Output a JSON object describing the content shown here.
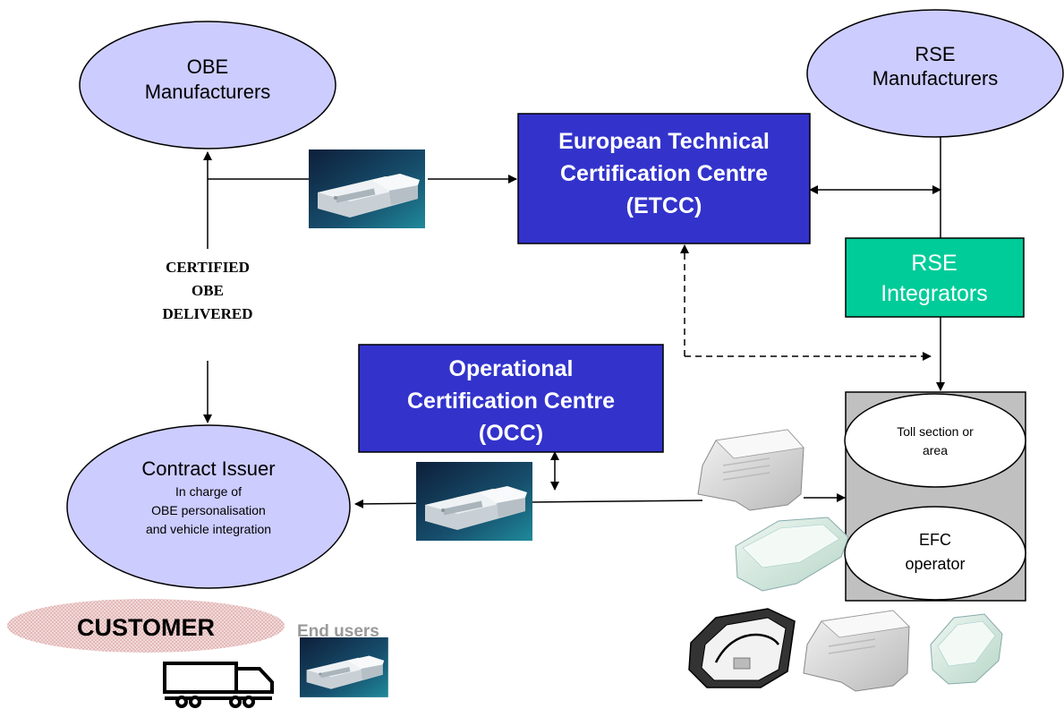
{
  "colors": {
    "ellipse_fill": "#ccccff",
    "box_blue": "#3333cc",
    "box_green": "#00cc99",
    "toll_panel": "#c0c0c0",
    "device_bg": "#0a2a4a",
    "end_users_text": "#999999"
  },
  "nodes": {
    "obe_manufacturers": {
      "line1": "OBE",
      "line2": "Manufacturers"
    },
    "rse_manufacturers": {
      "line1": "RSE",
      "line2": "Manufacturers"
    },
    "etcc": {
      "line1": "European Technical",
      "line2": "Certification Centre",
      "line3": "(ETCC)"
    },
    "rse_integrators": {
      "line1": "RSE",
      "line2": "Integrators"
    },
    "occ": {
      "line1": "Operational",
      "line2": "Certification Centre",
      "line3": "(OCC)"
    },
    "contract_issuer": {
      "title": "Contract Issuer",
      "line1": "In charge of",
      "line2": "OBE personalisation",
      "line3": "and vehicle integration"
    },
    "toll_section": {
      "line1": "Toll section or",
      "line2": "area"
    },
    "efc_operator": {
      "line1": "EFC",
      "line2": "operator"
    }
  },
  "labels": {
    "certified_line1": "CERTIFIED",
    "certified_line2": "OBE",
    "certified_line3": "DELIVERED",
    "customer": "CUSTOMER",
    "end_users": "End users"
  },
  "icons": [
    "obe-device-icon",
    "truck-icon",
    "rse-device-icon"
  ]
}
